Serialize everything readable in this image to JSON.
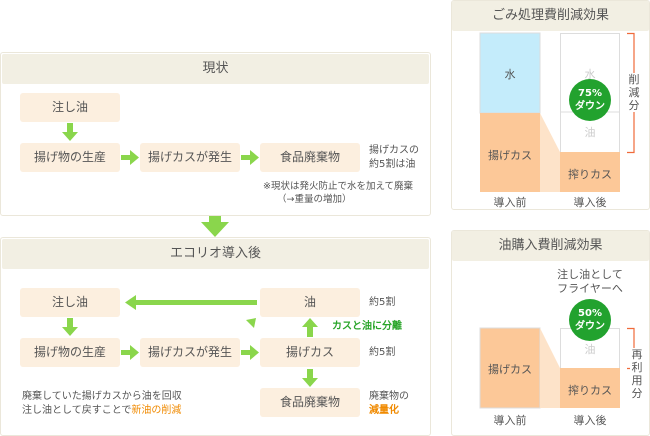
{
  "current": {
    "title": "現状",
    "box_pour_oil": "注し油",
    "box_production": "揚げ物の生産",
    "box_waste_gen": "揚げカスが発生",
    "box_food_waste": "食品廃棄物",
    "side_note": [
      "揚げカスの",
      "約5割は油"
    ],
    "footnote": [
      "※現状は発火防止で水を加えて廃棄",
      "（→重量の増加）"
    ]
  },
  "after": {
    "title": "エコリオ導入後",
    "box_pour_oil": "注し油",
    "box_oil": "油",
    "box_production": "揚げ物の生産",
    "box_waste_gen": "揚げカスが発生",
    "box_kasu": "揚げカス",
    "box_food_waste": "食品廃棄物",
    "oil_ratio": "約5割",
    "kasu_ratio": "約5割",
    "separate_label": "カスと油に分離",
    "bottom_note_1": "廃棄していた揚げカスから油を回収",
    "bottom_note_2a": "注し油として戻すことで",
    "bottom_note_2b": "新油の削減",
    "waste_note_1": "廃棄物の",
    "waste_note_2": "減量化"
  },
  "garbage_chart": {
    "title": "ごみ処理費削減効果",
    "before_water": "水",
    "before_kasu": "揚げカス",
    "after_water": "水",
    "after_oil": "油",
    "after_squeezed": "搾りカス",
    "badge_pct": "75%",
    "badge_down": "ダウン",
    "bracket_label": "削減分",
    "label_before": "導入前",
    "label_after": "導入後",
    "reduction_fraction": 0.75
  },
  "oil_chart": {
    "title": "油購入費削減効果",
    "caption_1": "注し油として",
    "caption_2": "フライヤーへ",
    "before_kasu": "揚げカス",
    "after_oil": "油",
    "after_squeezed": "搾りカス",
    "badge_pct": "50%",
    "badge_down": "ダウン",
    "bracket_label": "再利用分",
    "label_before": "導入前",
    "label_after": "導入後",
    "reduction_fraction": 0.5
  },
  "colors": {
    "arrow": "#8ad64c",
    "box": "#fcefdf",
    "water": "#c4ecfb",
    "kasu": "#fcc898",
    "badge": "#22a22e",
    "bracket": "#f06a3a",
    "highlight": "#f08a00"
  }
}
